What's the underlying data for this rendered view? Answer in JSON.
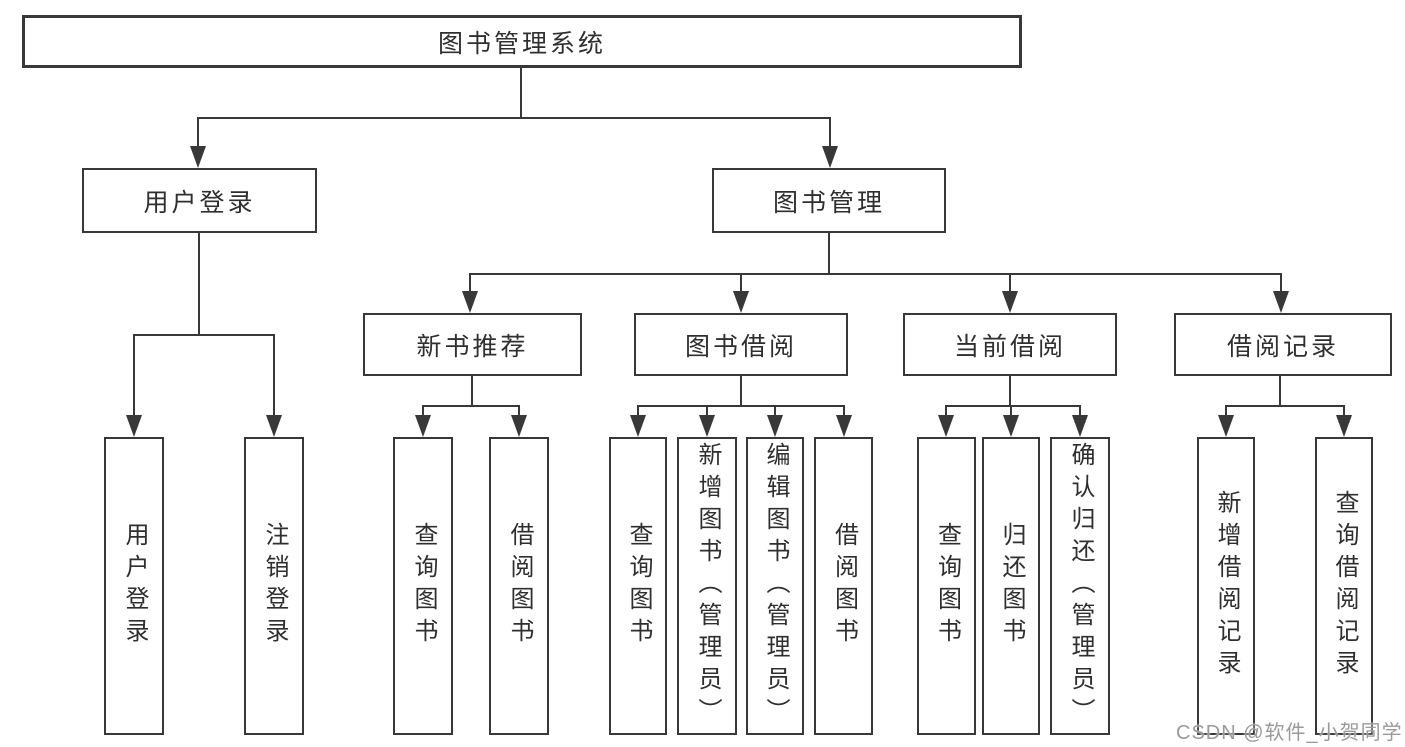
{
  "diagram": {
    "title": "图书管理系统",
    "nodes": {
      "root": "图书管理系统",
      "userLogin": "用户登录",
      "bookMgmt": "图书管理",
      "newBookRec": "新书推荐",
      "bookBorrow": "图书借阅",
      "currentBorrow": "当前借阅",
      "borrowRecords": "借阅记录",
      "loginUser": "用户登录",
      "logoutUser": "注销登录",
      "recQueryBook": "查询图书",
      "recBorrowBook": "借阅图书",
      "bbQueryBook": "查询图书",
      "bbAddBook": "新增图书（管理员）",
      "bbEditBook": "编辑图书（管理员）",
      "bbBorrowBook": "借阅图书",
      "cbQueryBook": "查询图书",
      "cbReturnBook": "归还图书",
      "cbConfirmReturn": "确认归还（管理员）",
      "brAddRecord": "新增借阅记录",
      "brQueryRecord": "查询借阅记录"
    },
    "hierarchy": {
      "图书管理系统": [
        "用户登录",
        "图书管理"
      ],
      "用户登录": [
        "用户登录",
        "注销登录"
      ],
      "图书管理": [
        "新书推荐",
        "图书借阅",
        "当前借阅",
        "借阅记录"
      ],
      "新书推荐": [
        "查询图书",
        "借阅图书"
      ],
      "图书借阅": [
        "查询图书",
        "新增图书（管理员）",
        "编辑图书（管理员）",
        "借阅图书"
      ],
      "当前借阅": [
        "查询图书",
        "归还图书",
        "确认归还（管理员）"
      ],
      "借阅记录": [
        "新增借阅记录",
        "查询借阅记录"
      ]
    }
  },
  "watermark": {
    "text": "CSDN @软件_小贺同学"
  },
  "colors": {
    "line": "#383838",
    "text": "#2f2f2f",
    "watermark": "#9a9a9a",
    "background": "#ffffff"
  }
}
